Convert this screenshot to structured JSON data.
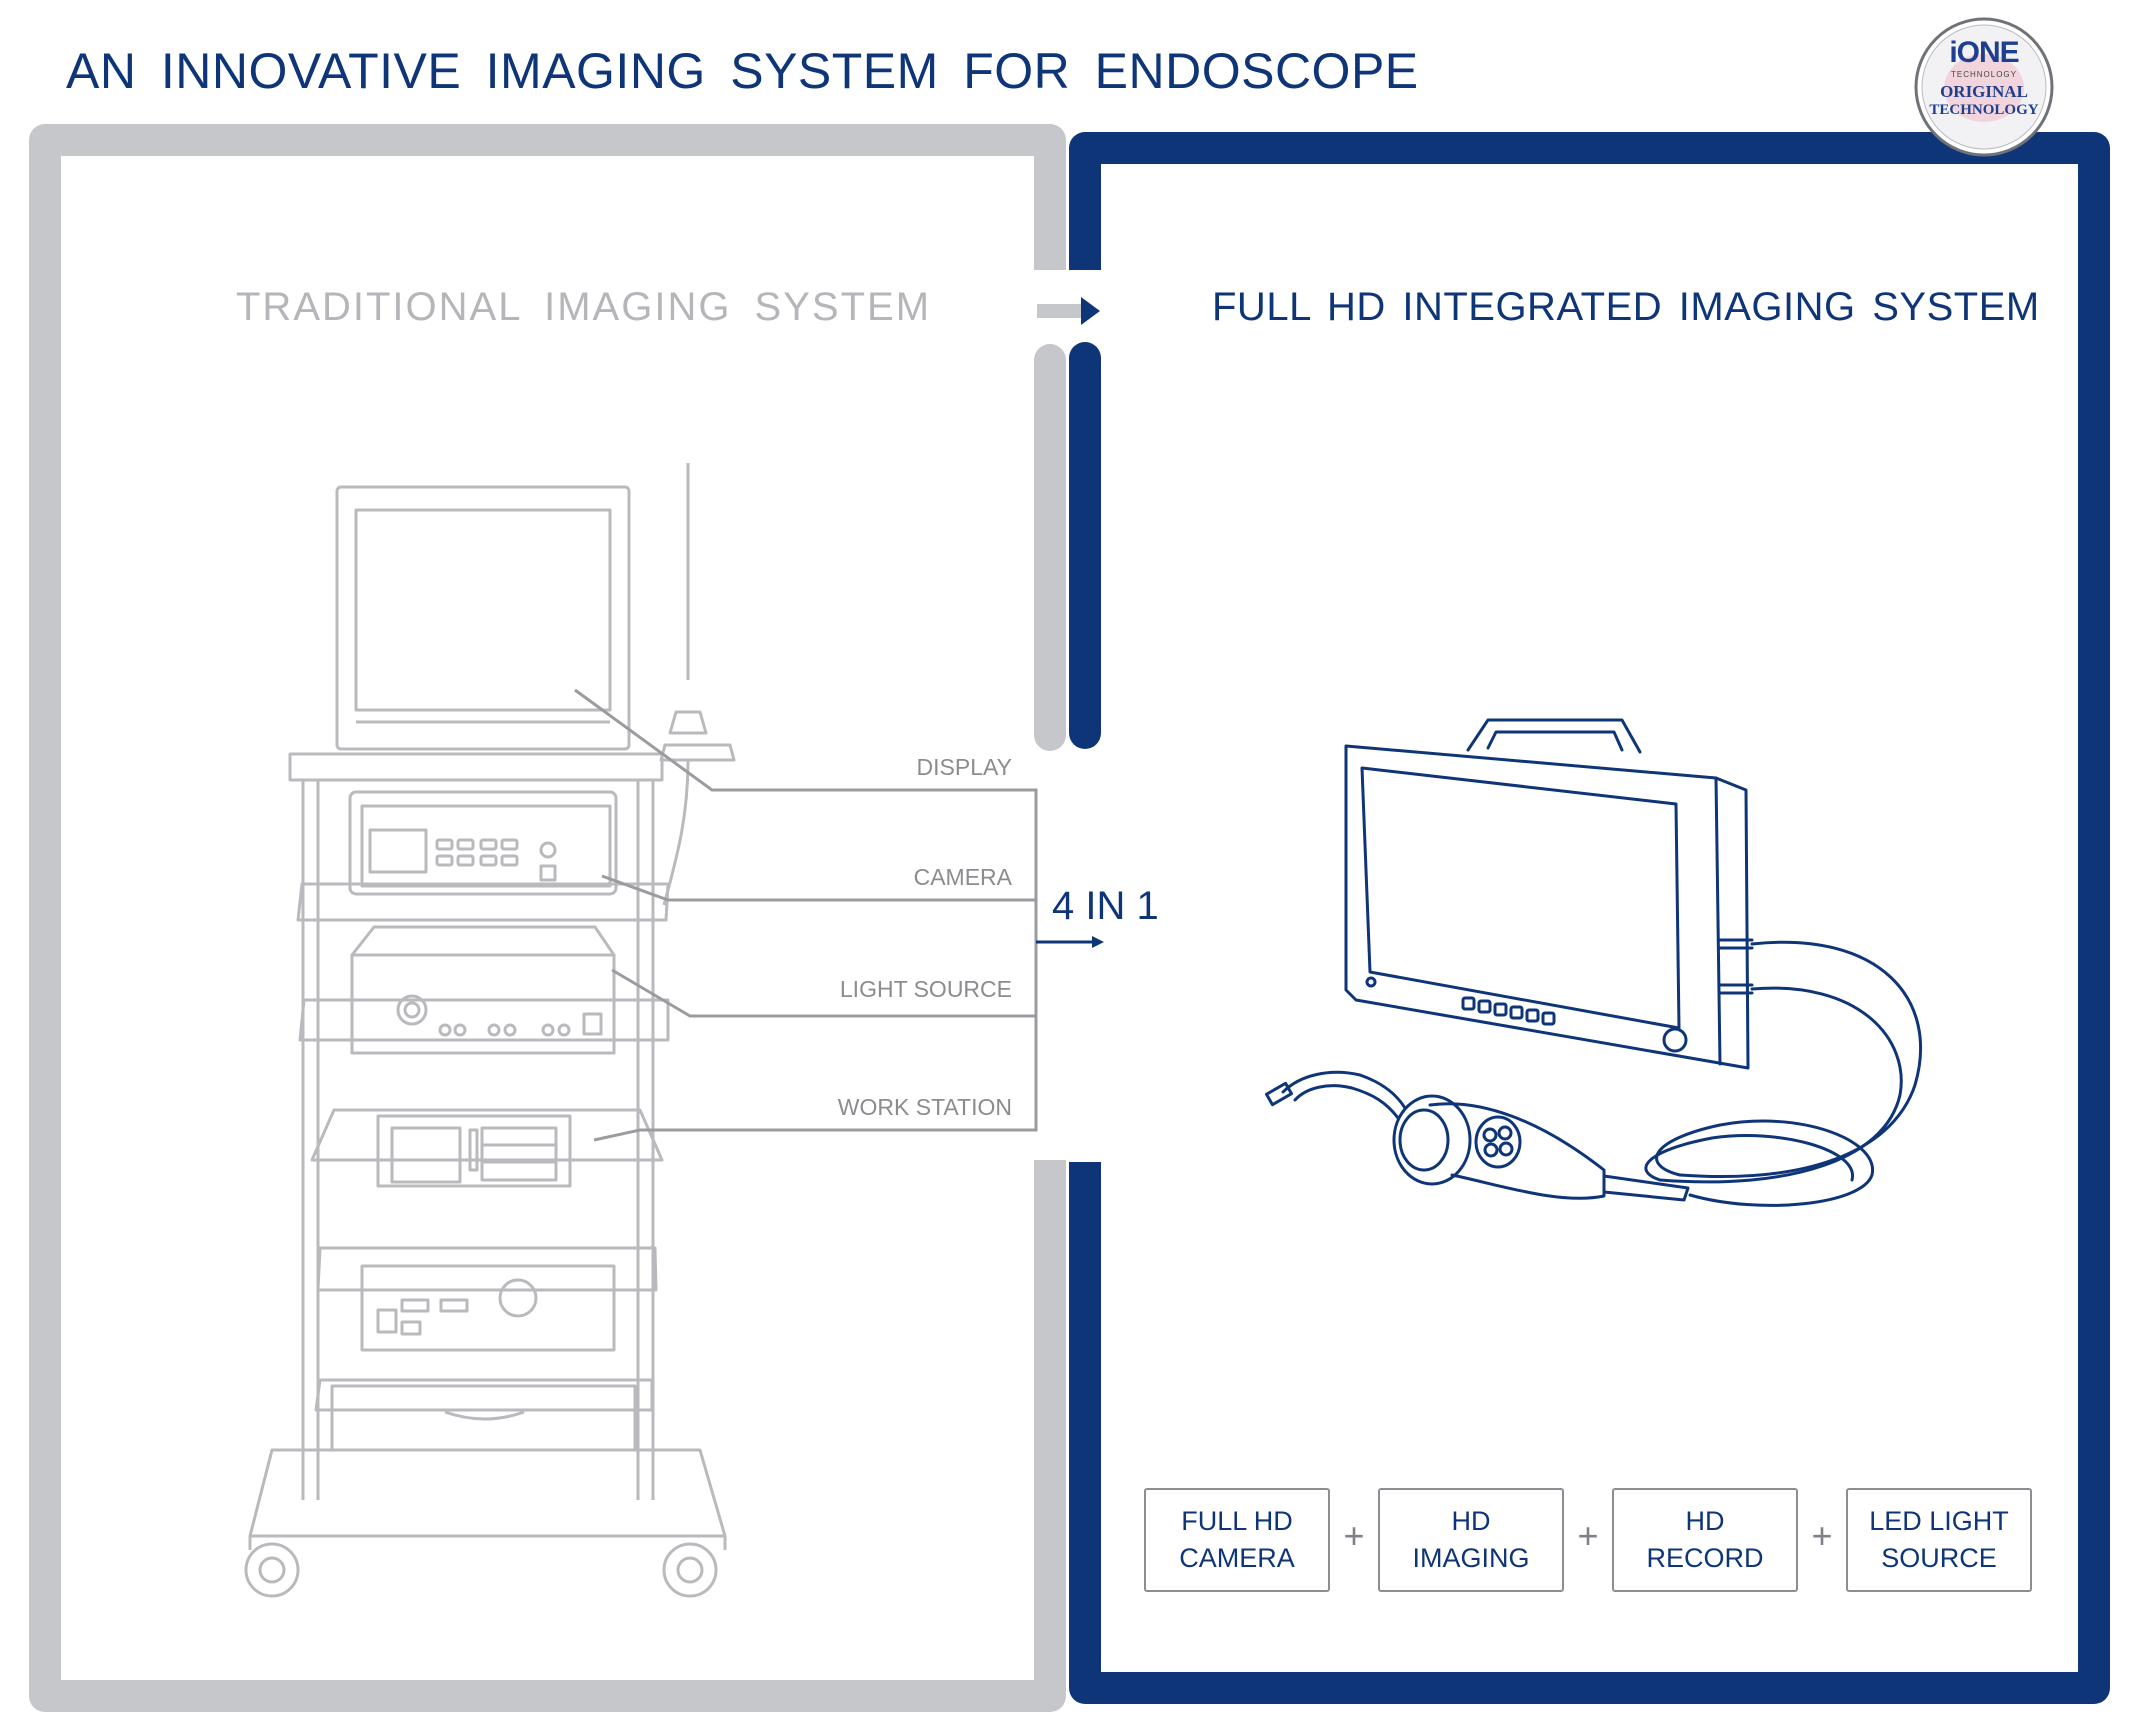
{
  "header": {
    "title": "AN INNOVATIVE IMAGING SYSTEM FOR ENDOSCOPE",
    "logo": {
      "brand": "iONE",
      "tagline": "TECHNOLOGY",
      "text_line1": "ORIGINAL",
      "text_line2": "TECHNOLOGY"
    }
  },
  "traditional": {
    "title": "TRADITIONAL IMAGING SYSTEM",
    "labels": [
      "DISPLAY",
      "CAMERA",
      "LIGHT SOURCE",
      "WORK STATION"
    ]
  },
  "integrated": {
    "title": "FULL HD INTEGRATED IMAGING SYSTEM",
    "merge_label": "4 IN 1",
    "features": [
      {
        "line1": "FULL HD",
        "line2": "CAMERA"
      },
      {
        "line1": "HD",
        "line2": "IMAGING"
      },
      {
        "line1": "HD",
        "line2": "RECORD"
      },
      {
        "line1": "LED LIGHT",
        "line2": "SOURCE"
      }
    ],
    "plus_sign": "+"
  },
  "colors": {
    "navy": "#0f3579",
    "gray_frame": "#c6c7ca",
    "line_gray": "#9a9ca0"
  }
}
